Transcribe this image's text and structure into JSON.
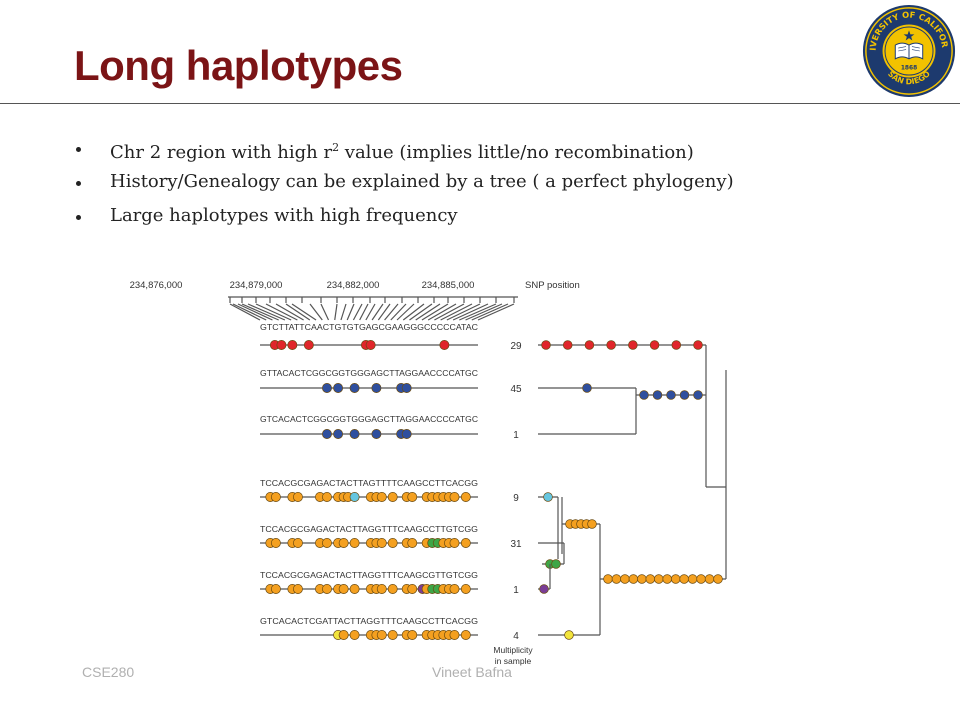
{
  "slide": {
    "title": "Long haplotypes",
    "bullets": [
      {
        "text": "Chr 2 region with high r",
        "sup": "2",
        "tail": " value (implies little/no recombination)"
      },
      {
        "text": "History/Genealogy can be explained by a tree ( a perfect phylogeny)",
        "sup": "",
        "tail": ""
      },
      {
        "text": "Large haplotypes with high frequency",
        "sup": "",
        "tail": ""
      }
    ],
    "footer_left": "CSE280",
    "footer_center": "Vineet Bafna"
  },
  "seal": {
    "ring_text": "UNIVERSITY OF CALIFORNIA",
    "bottom_text": "SAN DIEGO",
    "year": "1868",
    "colors": {
      "navy": "#1d3a6e",
      "gold": "#f2c200"
    }
  },
  "figure": {
    "positions": [
      "234,876,000",
      "234,879,000",
      "234,882,000",
      "234,885,000"
    ],
    "position_label": "SNP position",
    "multiplicity_label": [
      "Multiplicity",
      "in sample"
    ],
    "colors": {
      "red": "#e0262a",
      "blue": "#2f4f9e",
      "orange": "#f4a020",
      "cyan": "#66c6e0",
      "green": "#3ea646",
      "purple": "#7a3d96",
      "yellow": "#f2e43c"
    },
    "haplotypes": [
      {
        "sequence": "GTCTTATTCAACTGTGTGAGCGAAGGGCCCCCATAC",
        "count": "29",
        "color": "red",
        "marker_pos": [
          0.043,
          0.075,
          0.128,
          0.208,
          0.485,
          0.508,
          0.866
        ]
      },
      {
        "sequence": "GTTACACTCGGCGGTGGGAGCTTAGGAACCCCATGC",
        "count": "45",
        "color": "blue",
        "marker_pos": [
          0.296,
          0.35,
          0.43,
          0.536,
          0.656,
          0.683
        ]
      },
      {
        "sequence": "GTCACACTCGGCGGTGGGAGCTTAGGAACCCCATGC",
        "count": "1",
        "color": "blue",
        "marker_pos": [
          0.296,
          0.35,
          0.43,
          0.536,
          0.656,
          0.683
        ]
      },
      {
        "sequence": "TCCACGCGAGACTACTTAGTTTTCAAGCCTTCACGG",
        "count": "9",
        "color": "orange",
        "marker_pos": [
          0.021,
          0.048,
          0.128,
          0.155,
          0.262,
          0.296,
          0.35,
          0.377,
          0.398,
          0.43,
          0.509,
          0.536,
          0.562,
          0.615,
          0.683,
          0.71,
          0.78,
          0.807,
          0.834,
          0.861,
          0.888,
          0.915,
          0.97
        ],
        "special": [
          {
            "index": 9,
            "color": "cyan"
          }
        ]
      },
      {
        "sequence": "TCCACGCGAGACTACTTAGGTTTCAAGCCTTGTCGG",
        "count": "31",
        "color": "orange",
        "marker_pos": [
          0.021,
          0.048,
          0.128,
          0.155,
          0.262,
          0.296,
          0.35,
          0.377,
          0.43,
          0.509,
          0.536,
          0.562,
          0.615,
          0.683,
          0.71,
          0.78,
          0.807,
          0.834,
          0.861,
          0.888,
          0.915,
          0.97
        ],
        "special": [
          {
            "index": 16,
            "color": "green"
          },
          {
            "index": 17,
            "color": "green"
          }
        ]
      },
      {
        "sequence": "TCCACGCGAGACTACTTAGGTTTCAAGCGTTGTCGG",
        "count": "1",
        "color": "orange",
        "marker_pos": [
          0.021,
          0.048,
          0.128,
          0.155,
          0.262,
          0.296,
          0.35,
          0.377,
          0.43,
          0.509,
          0.536,
          0.562,
          0.615,
          0.683,
          0.71,
          0.76,
          0.78,
          0.807,
          0.834,
          0.861,
          0.888,
          0.915,
          0.97
        ],
        "special": [
          {
            "index": 15,
            "color": "purple"
          },
          {
            "index": 17,
            "color": "green"
          },
          {
            "index": 18,
            "color": "green"
          }
        ]
      },
      {
        "sequence": "GTCACACTCGATTACTTAGGTTTCAAGCCTTCACGG",
        "count": "4",
        "color": "orange",
        "marker_pos": [
          0.35,
          0.377,
          0.43,
          0.509,
          0.536,
          0.562,
          0.615,
          0.683,
          0.71,
          0.78,
          0.807,
          0.834,
          0.861,
          0.888,
          0.915,
          0.97
        ],
        "special": [
          {
            "index": 0,
            "color": "yellow"
          }
        ]
      }
    ],
    "tree_edges": [
      {
        "color": "red",
        "count": 8
      },
      {
        "color": "blue",
        "count": 1
      },
      {
        "color": "blue",
        "count": 5
      },
      {
        "color": "cyan",
        "count": 1
      },
      {
        "color": "green",
        "count": 2
      },
      {
        "color": "purple",
        "count": 1
      },
      {
        "color": "orange",
        "count": 5
      },
      {
        "color": "yellow",
        "count": 1
      },
      {
        "color": "orange",
        "count": 14
      }
    ]
  }
}
